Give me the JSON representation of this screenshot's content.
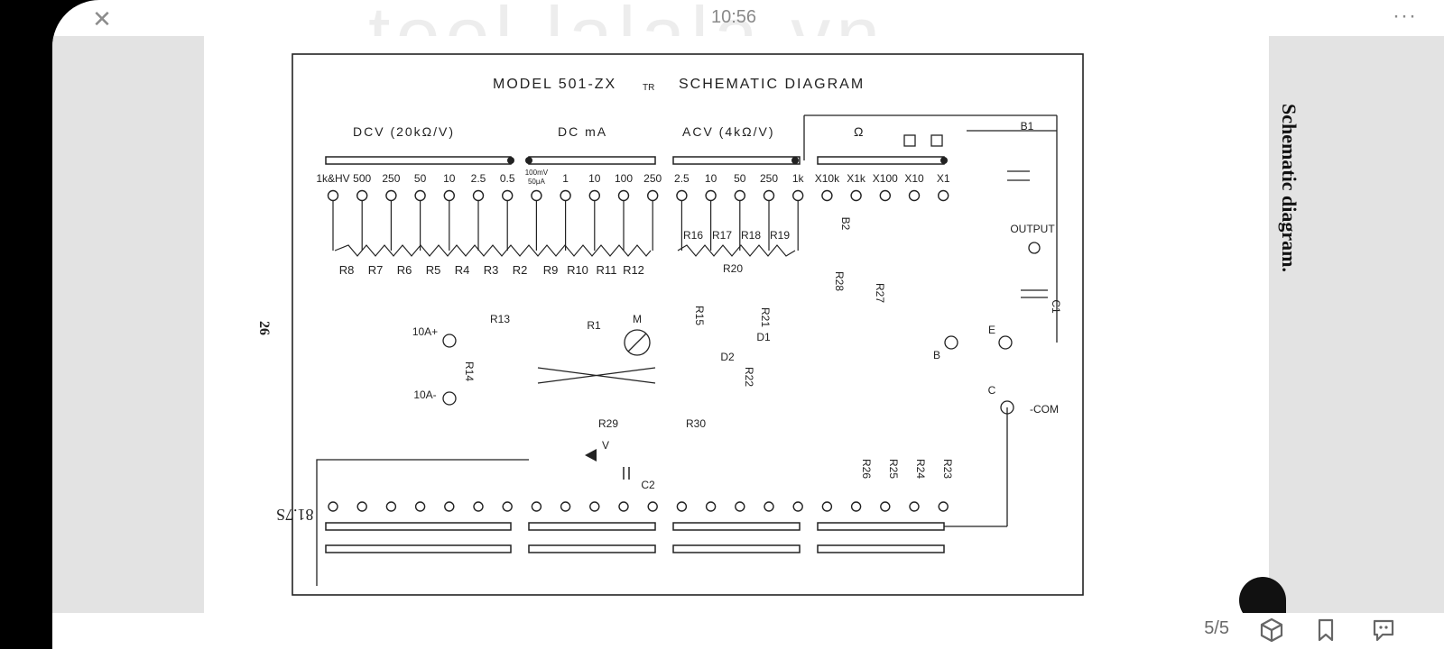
{
  "statusbar": {
    "time": "10:56",
    "watermark": "tool.lalala.vn"
  },
  "toolbar": {
    "close_glyph": "✕",
    "more_glyph": "···"
  },
  "document": {
    "side_title": "Schematic diagram.",
    "page_number": "26",
    "catalog_code": "81.7S",
    "diagram": {
      "title": "MODEL  501-ZX",
      "title_sub": "TR",
      "title_rest": "SCHEMATIC  DIAGRAM",
      "sections": [
        "DCV (20kΩ/V)",
        "DC mA",
        "ACV (4kΩ/V)",
        "Ω"
      ],
      "range_labels": [
        "1k&HV",
        "500",
        "250",
        "50",
        "10",
        "2.5",
        "0.5",
        "100mV 50μA",
        "1",
        "10",
        "100",
        "250",
        "2.5",
        "10",
        "50",
        "250",
        "1k",
        "X10k",
        "X1k",
        "X100",
        "X10",
        "X1"
      ],
      "resistors_top": [
        "R8",
        "R7",
        "R6",
        "R5",
        "R4",
        "R3",
        "R2",
        "R9",
        "R10",
        "R11",
        "R12"
      ],
      "resistors_ac": [
        "R16",
        "R17",
        "R18",
        "R19"
      ],
      "other_labels": [
        "R20",
        "R13",
        "R15",
        "R1",
        "M",
        "R21",
        "D1",
        "D2",
        "R22",
        "R28",
        "R27",
        "B2",
        "B1",
        "OUTPUT",
        "C1",
        "B",
        "E",
        "C",
        "-COM",
        "10A+",
        "10A-",
        "R14",
        "R29",
        "R30",
        "V",
        "C2",
        "R26",
        "R25",
        "R24",
        "R23"
      ]
    }
  },
  "footer": {
    "page_indicator": "5/5"
  },
  "icons": [
    "close-icon",
    "more-icon",
    "cube-icon",
    "bookmark-icon",
    "comment-icon"
  ]
}
